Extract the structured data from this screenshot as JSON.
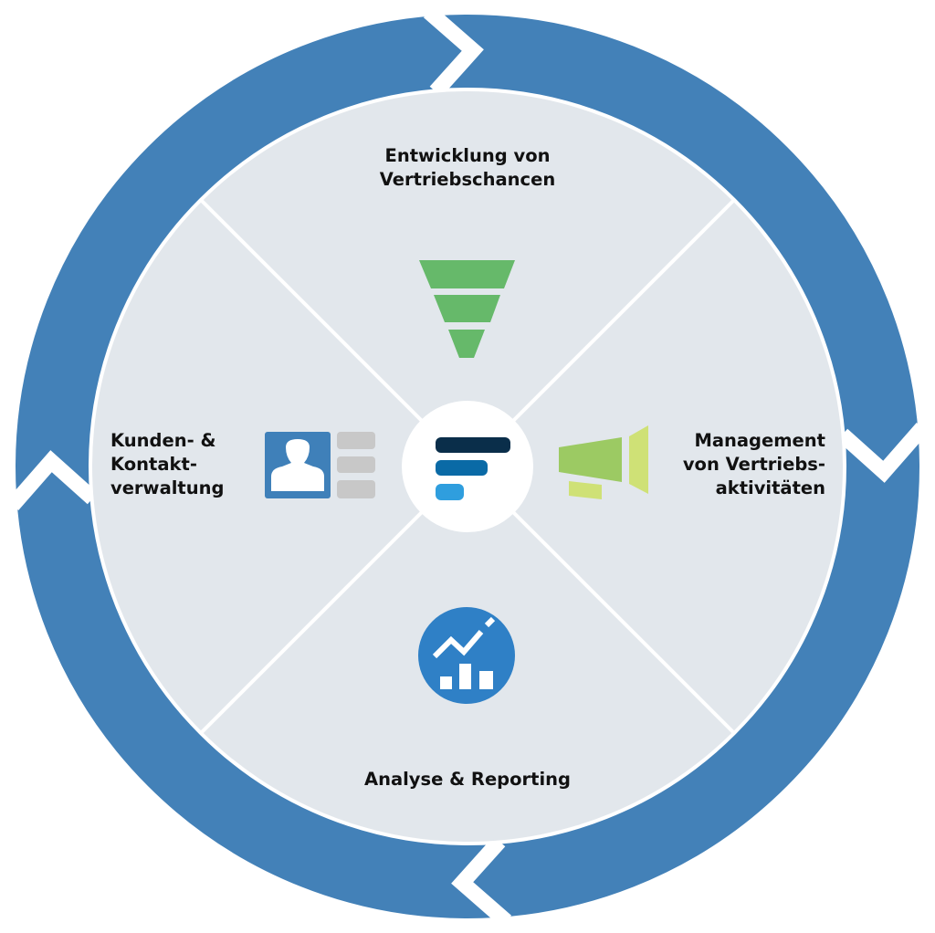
{
  "title": "CRM sales cycle",
  "colors": {
    "ring": "#4381b8",
    "disk": "#e2e7ec",
    "divider": "#ffffff",
    "hub": "#ffffff",
    "funnel": "#66b96a",
    "megaphone_main": "#9cca63",
    "megaphone_light": "#cfe176",
    "contact_card": "#3f80b9",
    "contact_lines": "#c8c8c8",
    "analytics": "#2f80c6",
    "logo_bar_1": "#0a2e4a",
    "logo_bar_2": "#0a6aa6",
    "logo_bar_3": "#2f9ede",
    "text": "#111111"
  },
  "segments": [
    {
      "id": "top",
      "label": "Entwicklung von\nVertriebschancen",
      "icon": "sales-funnel-icon"
    },
    {
      "id": "right",
      "label": "Management\nvon Vertriebs-\naktivitäten",
      "icon": "megaphone-icon"
    },
    {
      "id": "bottom",
      "label": "Analyse & Reporting",
      "icon": "analytics-chart-icon"
    },
    {
      "id": "left",
      "label": "Kunden- &\nKontakt-\nverwaltung",
      "icon": "contact-card-icon"
    }
  ],
  "center": {
    "icon": "logo-bars-icon"
  },
  "cycle": {
    "direction": "clockwise",
    "arrow_count": 4
  }
}
